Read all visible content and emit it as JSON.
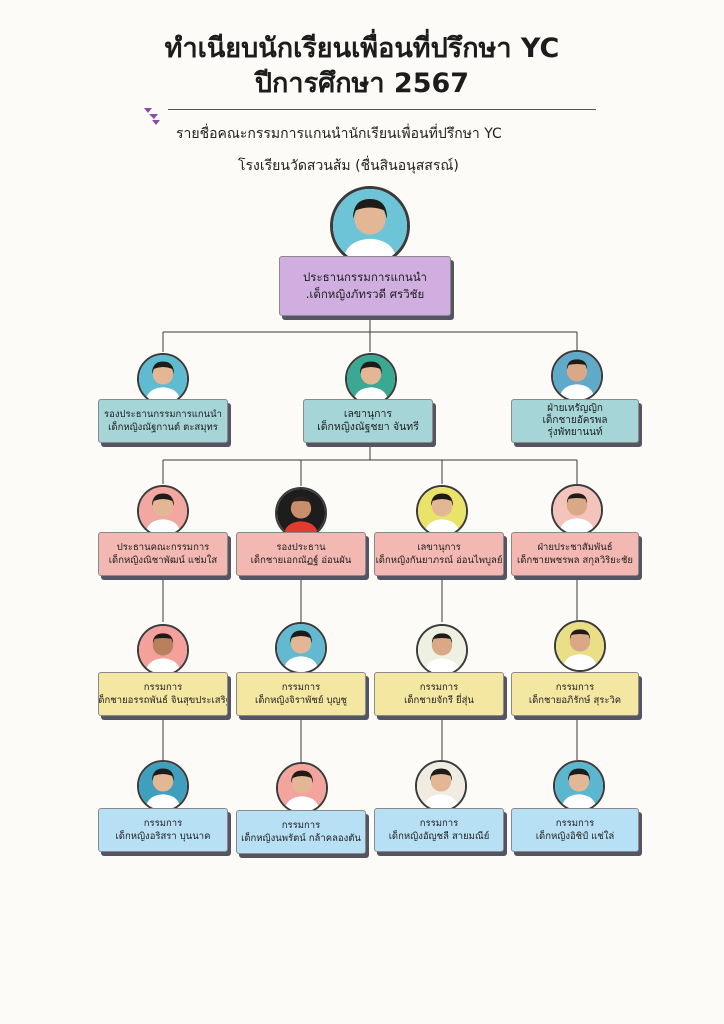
{
  "title_line1": "ทำเนียบนักเรียนเพื่อนที่ปรึกษา YC",
  "title_line2": "ปีการศึกษา 2567",
  "subtitle": "รายชื่อคณะกรรมการแกนนำนักเรียนเพื่อนที่ปรึกษา YC",
  "school": "โรงเรียนวัดสวนส้ม (ชื่นสินอนุสสรณ์)",
  "colors": {
    "purple": "#d1aee0",
    "teal": "#a5d5d7",
    "pink": "#f4b8b3",
    "yellow": "#f4e7a2",
    "blue": "#b7e0f5",
    "logo": "#8d4aa6"
  },
  "nodes": {
    "president": {
      "role": "ประธานกรรมการแกนนำ",
      "name": ".เด็กหญิงภัทรวดี ศรวิชัย"
    },
    "vp": {
      "role": "รองประธานกรรมการแกนนำ",
      "name": "เด็กหญิงณัฐกานต์ ตะสมุทร"
    },
    "secretary": {
      "role": "เลขานุการ",
      "name": "เด็กหญิงณัฐชยา      จันทรี"
    },
    "treasurer": {
      "role": "ฝ่ายเหรัญญิก",
      "name": "เด็กชายอัครพล",
      "name2": "รุ่งพัทยานนท์"
    },
    "r1c1": {
      "role": "ประธานคณะกรรมการ",
      "name": "เด็กหญิงณิชาพัฒน์ แช่มใส"
    },
    "r1c2": {
      "role": "รองประธาน",
      "name": "เด็กชายเอกณัฏฐ์ อ่อนผัน"
    },
    "r1c3": {
      "role": "เลขานุการ",
      "name": "เด็กหญิงกันยาภรณ์ อ่อนไพบูลย์"
    },
    "r1c4": {
      "role": "ฝ่ายประชาสัมพันธ์",
      "name": "เด็กชายพชรพล สกุลวิริยะชัย"
    },
    "r2c1": {
      "role": "กรรมการ",
      "name": "เด็กชายอรรถพันธ์ จินสุขประเสริฐ"
    },
    "r2c2": {
      "role": "กรรมการ",
      "name": "เด็กหญิงจิราพัชย์       บุญชู"
    },
    "r2c3": {
      "role": "กรรมการ",
      "name": "เด็กชายจักรี   ยี่สุ่น"
    },
    "r2c4": {
      "role": "กรรมการ",
      "name": "เด็กชายอภิรักษ์   สุระวิค"
    },
    "r3c1": {
      "role": "กรรมการ",
      "name": "เด็กหญิงอริสรา บุนนาค"
    },
    "r3c2": {
      "role": "กรรมการ",
      "name": "เด็กหญิงนพรัตน์ กล้าคลองตัน"
    },
    "r3c3": {
      "role": "กรรมการ",
      "name": "เด็กหญิงอัญชลี สายมณีย์"
    },
    "r3c4": {
      "role": "กรรมการ",
      "name": "เด็กหญิงอิชิป์  แช่ใล่"
    }
  }
}
